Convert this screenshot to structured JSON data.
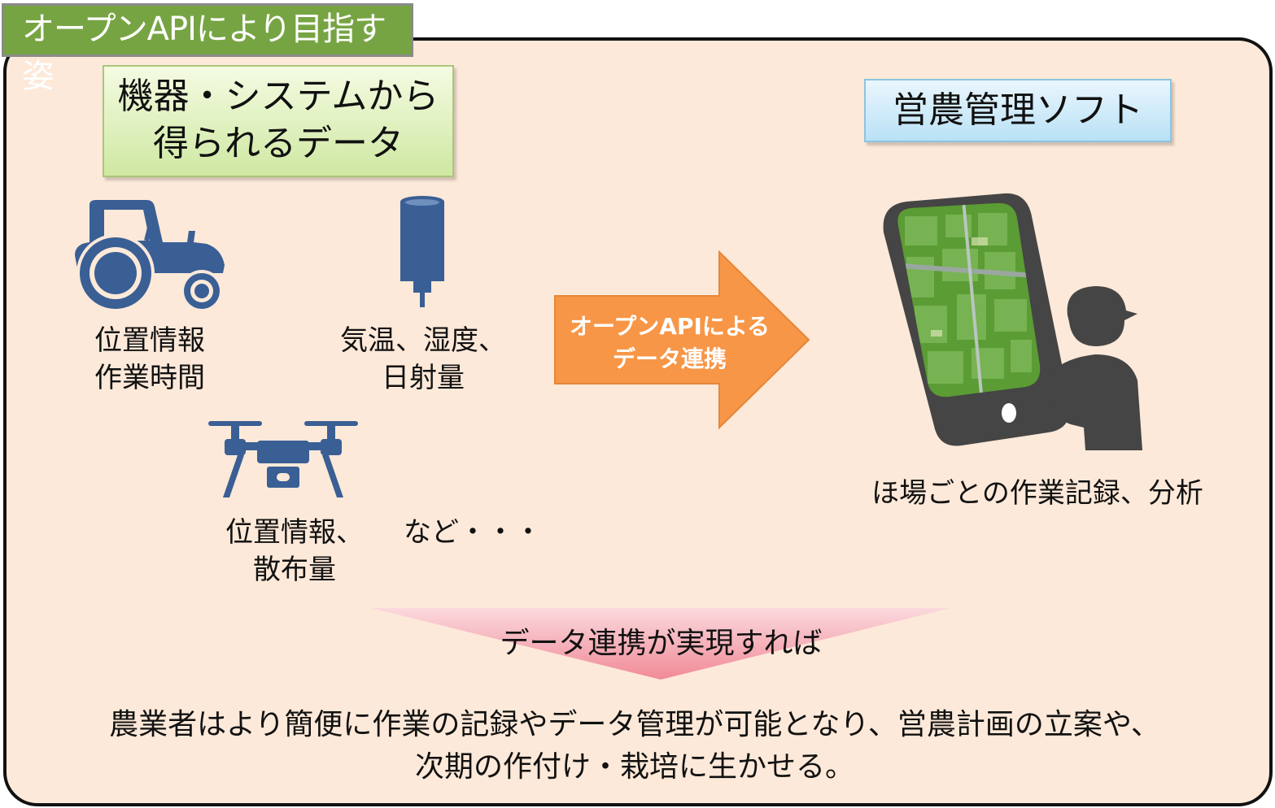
{
  "title": "オープンAPIにより目指す姿",
  "source_box": {
    "line1": "機器・システムから",
    "line2": "得られるデータ"
  },
  "target_box": "営農管理ソフト",
  "tractor": {
    "line1": "位置情報",
    "line2": "作業時間",
    "icon": "tractor-icon"
  },
  "sensor": {
    "line1": "気温、湿度、",
    "line2": "日射量",
    "icon": "sensor-icon"
  },
  "drone": {
    "line1": "位置情報、",
    "line2": "散布量",
    "icon": "drone-icon"
  },
  "etc": "など・・・",
  "arrow": {
    "line1": "オープンAPIによる",
    "line2": "データ連携",
    "color": "#f79646"
  },
  "tablet": {
    "caption": "ほ場ごとの作業記録、分析",
    "icon": "tablet-user-icon"
  },
  "fan_label": "データ連携が実現すれば",
  "conclusion": {
    "line1": "農業者はより簡便に作業の記録やデータ管理が可能となり、営農計画の立案や、",
    "line2": "次期の作付け・栽培に生かせる。"
  },
  "colors": {
    "panel": "#fde9d9",
    "title_tab": "#77a443",
    "icon_blue": "#3a5f95",
    "figure_gray": "#454545"
  }
}
